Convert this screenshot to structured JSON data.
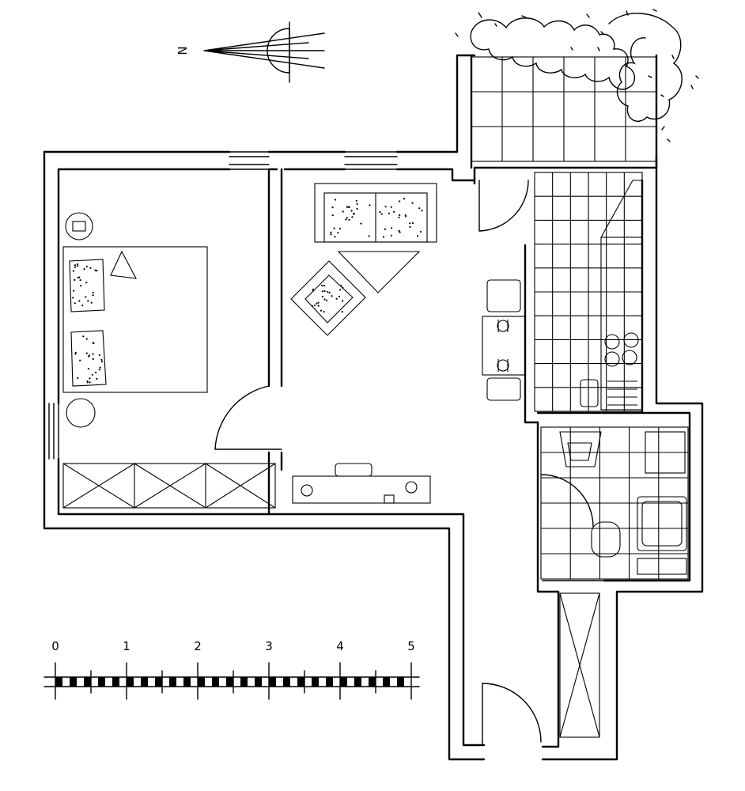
{
  "compass": {
    "label": "N"
  },
  "scale": {
    "ticks": [
      "0",
      "1",
      "2",
      "3",
      "4",
      "5"
    ],
    "segments_per_unit": 10
  },
  "grid": {
    "balcony": {
      "cols": 6,
      "rows": 3
    },
    "kitchen": {
      "cols": 6,
      "rows": 10
    },
    "bath": {
      "cols": 5,
      "rows": 6
    }
  },
  "colors": {
    "ink": "#000000",
    "paper": "#ffffff"
  }
}
